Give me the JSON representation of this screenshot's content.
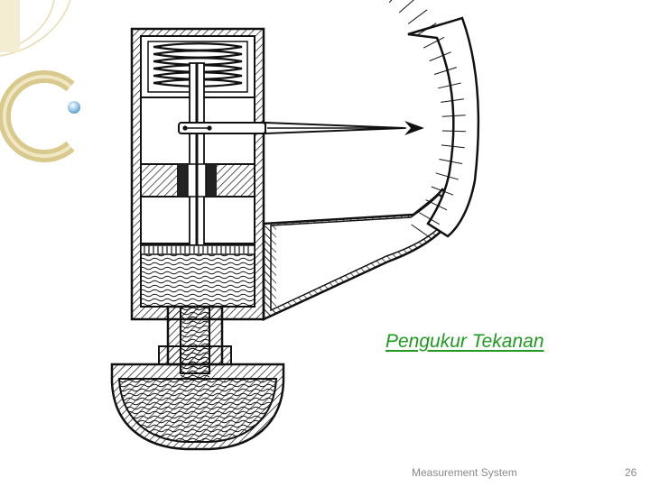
{
  "slide": {
    "caption": "Pengukur Tekanan",
    "footer": "Measurement System",
    "page_number": "26"
  },
  "colors": {
    "caption": "#1f9a1f",
    "accent_gold": "#d9c98c",
    "accent_dot": "#9cc8e8",
    "footer": "#8a8a8a",
    "ink": "#111111"
  },
  "icons": {
    "corner_decoration": "template-corner-ornament",
    "bullet_dot": "blue-sphere"
  }
}
